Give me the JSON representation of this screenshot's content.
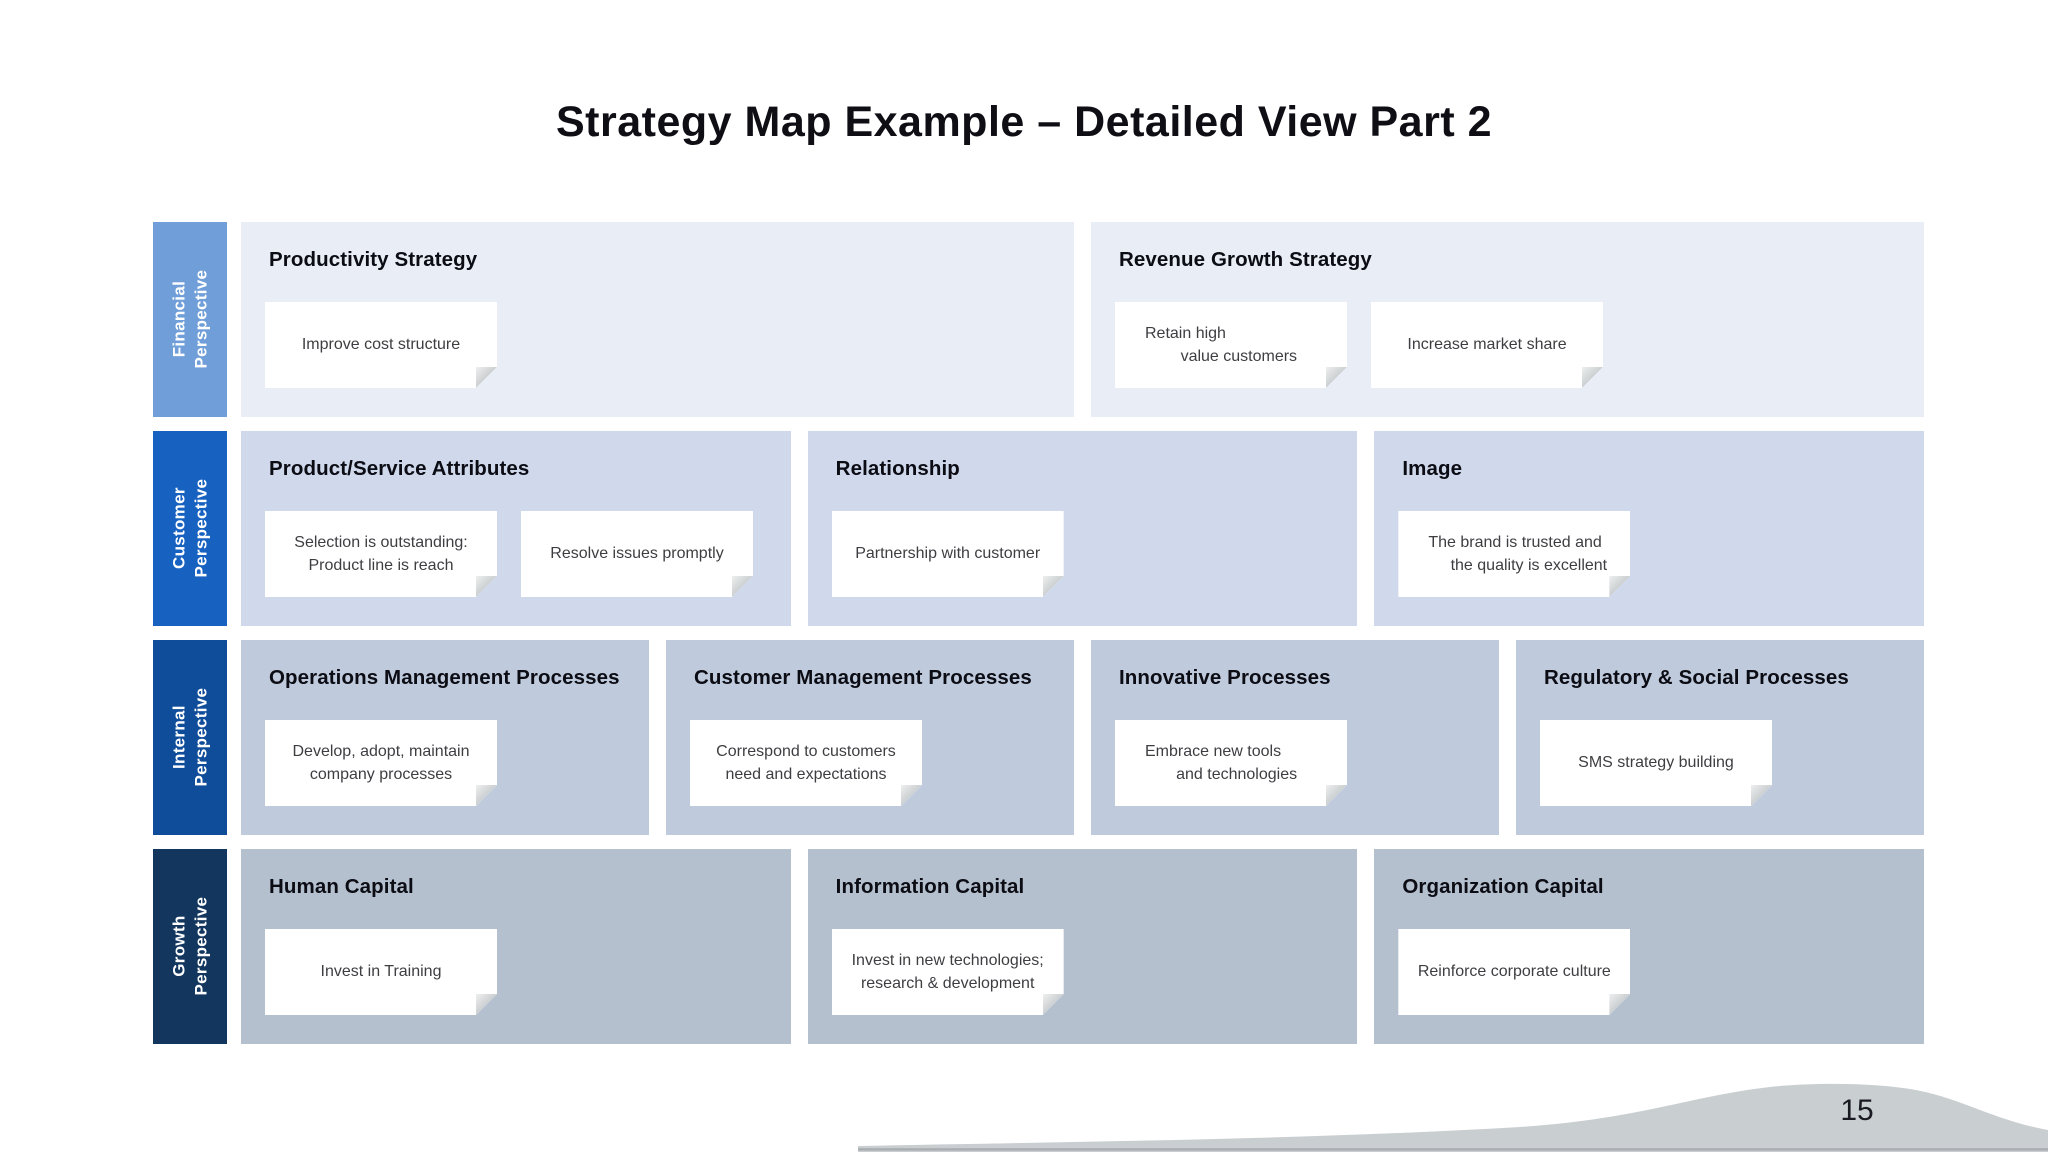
{
  "slide": {
    "title": "Strategy Map Example – Detailed View Part 2"
  },
  "footer": {
    "page_number": "15"
  },
  "rows": [
    {
      "id": "financial",
      "sidebar_label": "Financial\nPerspective",
      "sidebar_color": "#6f9ed8",
      "panel_color": "#e9eef6",
      "panels": [
        {
          "title": "Productivity Strategy",
          "cards": [
            {
              "text": "Improve cost structure",
              "align": "center"
            }
          ]
        },
        {
          "title": "Revenue Growth Strategy",
          "cards": [
            {
              "text": "Retain high\n        value customers",
              "align": "left"
            },
            {
              "text": "Increase market share",
              "align": "center"
            }
          ]
        }
      ]
    },
    {
      "id": "customer",
      "sidebar_label": "Customer\nPerspective",
      "sidebar_color": "#1761c1",
      "panel_color": "#cfd9eb",
      "panels": [
        {
          "title": "Product/Service Attributes",
          "cards": [
            {
              "text": "Selection is outstanding:\nProduct line is reach",
              "align": "center"
            },
            {
              "text": "Resolve issues promptly",
              "align": "center"
            }
          ]
        },
        {
          "title": "Relationship",
          "cards": [
            {
              "text": "Partnership with customer",
              "align": "center"
            }
          ]
        },
        {
          "title": "Image",
          "cards": [
            {
              "text": "The brand is trusted and\n     the quality is excellent",
              "align": "left"
            }
          ]
        }
      ]
    },
    {
      "id": "internal",
      "sidebar_label": "Internal\nPerspective",
      "sidebar_color": "#0f4d9a",
      "panel_color": "#bfcbdc",
      "panels": [
        {
          "title": "Operations Management Processes",
          "cards": [
            {
              "text": "Develop, adopt, maintain\ncompany processes",
              "align": "center"
            }
          ]
        },
        {
          "title": "Customer Management Processes",
          "cards": [
            {
              "text": "Correspond to customers\nneed and expectations",
              "align": "center"
            }
          ]
        },
        {
          "title": "Innovative Processes",
          "cards": [
            {
              "text": "Embrace new tools\n       and technologies",
              "align": "left"
            }
          ]
        },
        {
          "title": "Regulatory & Social Processes",
          "cards": [
            {
              "text": "SMS strategy building",
              "align": "center"
            }
          ]
        }
      ]
    },
    {
      "id": "growth",
      "sidebar_label": "Growth\nPerspective",
      "sidebar_color": "#12365e",
      "panel_color": "#b4c0ce",
      "panels": [
        {
          "title": "Human Capital",
          "cards": [
            {
              "text": "Invest in Training",
              "align": "center"
            }
          ]
        },
        {
          "title": "Information Capital",
          "cards": [
            {
              "text": "Invest in new technologies;\nresearch & development",
              "align": "center"
            }
          ]
        },
        {
          "title": "Organization Capital",
          "cards": [
            {
              "text": "Reinforce corporate culture",
              "align": "center"
            }
          ]
        }
      ]
    }
  ]
}
